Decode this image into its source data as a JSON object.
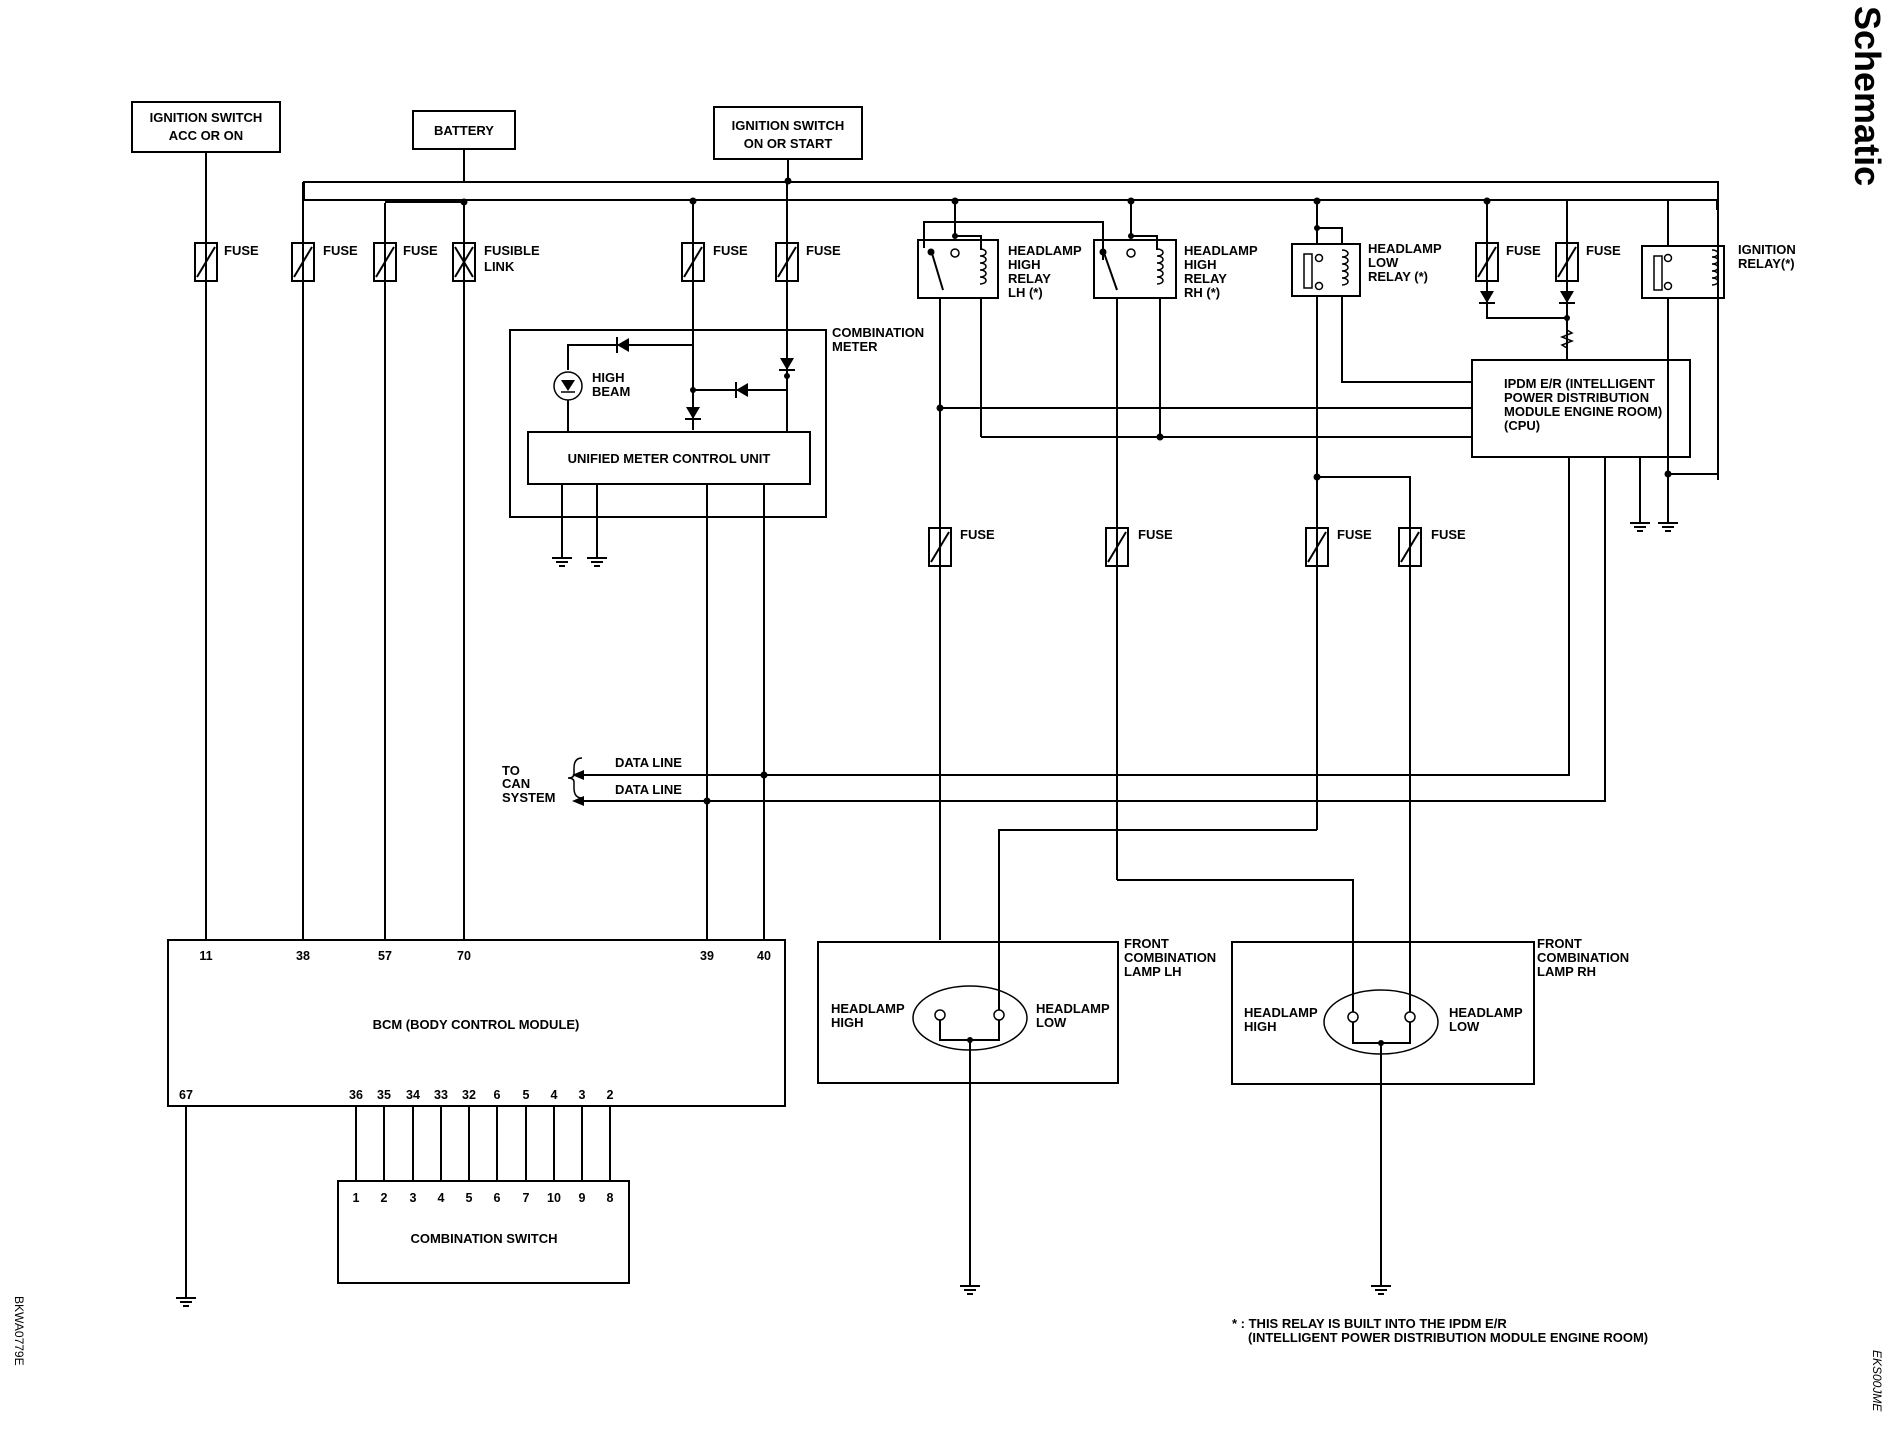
{
  "section_title": "Schematic",
  "figure_code_left": "BKWA0779E",
  "figure_code_right": "EKS00JME",
  "sources": {
    "ign_acc": [
      "IGNITION SWITCH",
      "ACC OR ON"
    ],
    "battery": "BATTERY",
    "ign_start": [
      "IGNITION SWITCH",
      "ON OR START"
    ]
  },
  "labels": {
    "fuse": "FUSE",
    "fusible_link": [
      "FUSIBLE",
      "LINK"
    ],
    "relay_high_lh": [
      "HEADLAMP",
      "HIGH",
      "RELAY",
      "LH (*)"
    ],
    "relay_high_rh": [
      "HEADLAMP",
      "HIGH",
      "RELAY",
      "RH (*)"
    ],
    "relay_low": [
      "HEADLAMP",
      "LOW",
      "RELAY (*)"
    ],
    "ign_relay": [
      "IGNITION",
      "RELAY(*)"
    ],
    "combination_meter": [
      "COMBINATION",
      "METER"
    ],
    "high_beam": [
      "HIGH",
      "BEAM"
    ],
    "meter_unit": "UNIFIED METER CONTROL UNIT",
    "ipdm": [
      "IPDM E/R (INTELLIGENT",
      "POWER DISTRIBUTION",
      "MODULE ENGINE ROOM)",
      "(CPU)"
    ],
    "can": [
      "TO",
      "CAN",
      "SYSTEM"
    ],
    "data_line": "DATA LINE",
    "bcm": "BCM (BODY CONTROL MODULE)",
    "combination_switch": "COMBINATION SWITCH",
    "lamp_lh": [
      "FRONT",
      "COMBINATION",
      "LAMP LH"
    ],
    "lamp_rh": [
      "FRONT",
      "COMBINATION",
      "LAMP RH"
    ],
    "headlamp_high": [
      "HEADLAMP",
      "HIGH"
    ],
    "headlamp_low": [
      "HEADLAMP",
      "LOW"
    ],
    "footnote": [
      "* : THIS RELAY IS BUILT INTO THE IPDM E/R",
      "(INTELLIGENT POWER DISTRIBUTION MODULE ENGINE ROOM)"
    ]
  },
  "bcm_pins_top": [
    "11",
    "38",
    "57",
    "70",
    "39",
    "40"
  ],
  "bcm_pins_bottom": [
    "67",
    "36",
    "35",
    "34",
    "33",
    "32",
    "6",
    "5",
    "4",
    "3",
    "2"
  ],
  "switch_pins": [
    "1",
    "2",
    "3",
    "4",
    "5",
    "6",
    "7",
    "10",
    "9",
    "8"
  ]
}
